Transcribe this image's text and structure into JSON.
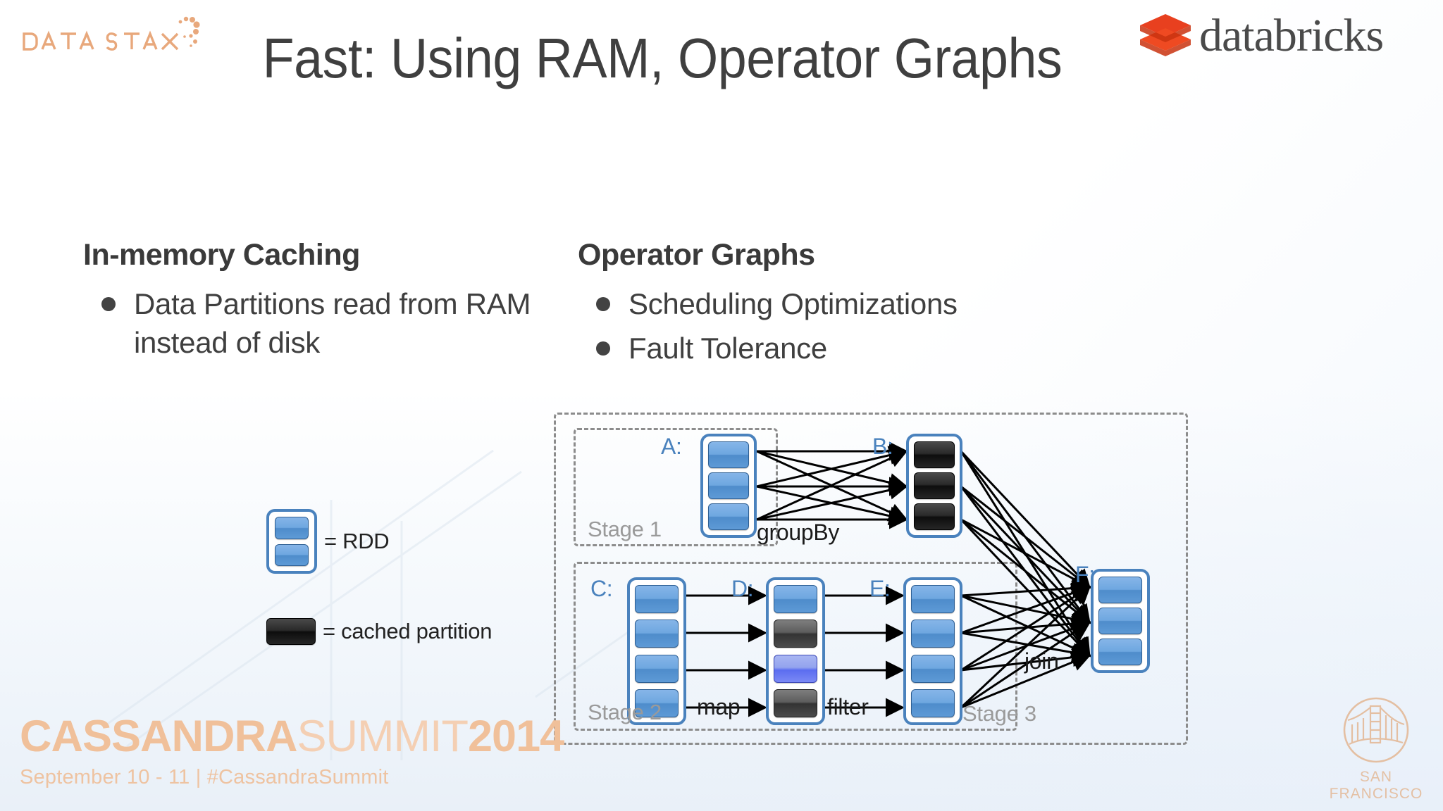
{
  "brand": {
    "datastax_logo": "datastax-logo",
    "databricks_logo": "databricks-logo",
    "databricks_word": "databricks",
    "databricks_brick_color": "#eb3b1e"
  },
  "title": "Fast: Using RAM, Operator Graphs",
  "columns": {
    "left": {
      "heading": "In-memory Caching",
      "bullets": [
        "Data Partitions read from RAM instead of disk"
      ]
    },
    "right": {
      "heading": "Operator Graphs",
      "bullets": [
        "Scheduling Optimizations",
        "Fault Tolerance"
      ]
    }
  },
  "legend": [
    {
      "key": "rdd",
      "symbol": "rdd-box",
      "text": "= RDD"
    },
    {
      "key": "cached",
      "symbol": "cached-partition-box",
      "text": "= cached partition"
    }
  ],
  "diagram": {
    "stages": [
      {
        "id": "stage1",
        "label": "Stage 1"
      },
      {
        "id": "stage2",
        "label": "Stage 2"
      },
      {
        "id": "stage3",
        "label": "Stage 3"
      }
    ],
    "operators": [
      {
        "id": "groupBy",
        "label": "groupBy"
      },
      {
        "id": "map",
        "label": "map"
      },
      {
        "id": "filter",
        "label": "filter"
      },
      {
        "id": "join",
        "label": "join"
      }
    ],
    "rdds": [
      {
        "id": "A",
        "label": "A:",
        "partitions": [
          "blue",
          "blue",
          "blue"
        ]
      },
      {
        "id": "B",
        "label": "B:",
        "partitions": [
          "dark",
          "dark",
          "dark"
        ]
      },
      {
        "id": "C",
        "label": "C:",
        "partitions": [
          "blue",
          "blue",
          "blue",
          "blue"
        ]
      },
      {
        "id": "D",
        "label": "D:",
        "partitions": [
          "blue",
          "gray",
          "violet",
          "gray"
        ]
      },
      {
        "id": "E",
        "label": "E:",
        "partitions": [
          "blue",
          "blue",
          "blue",
          "blue"
        ]
      },
      {
        "id": "F",
        "label": "F:",
        "partitions": [
          "blue",
          "blue",
          "blue"
        ]
      }
    ],
    "colors": {
      "rdd_border": "#4a82bd",
      "partition_blue": "#6ea7e0",
      "partition_cached": "#1a1a1a",
      "partition_violet": "#5b6df0",
      "stage_dash": "#8c8c8c",
      "rdd_label": "#4a82bd"
    }
  },
  "footer": {
    "summit_bold_1": "CASSANDRA",
    "summit_light": "SUMMIT",
    "summit_bold_2": "2014",
    "summit_subtitle": "September 10 - 11  |  #CassandraSummit",
    "sf_label": "SAN FRANCISCO",
    "sf_icon": "golden-gate-bridge-icon",
    "accent_color": "#f0c09a"
  }
}
